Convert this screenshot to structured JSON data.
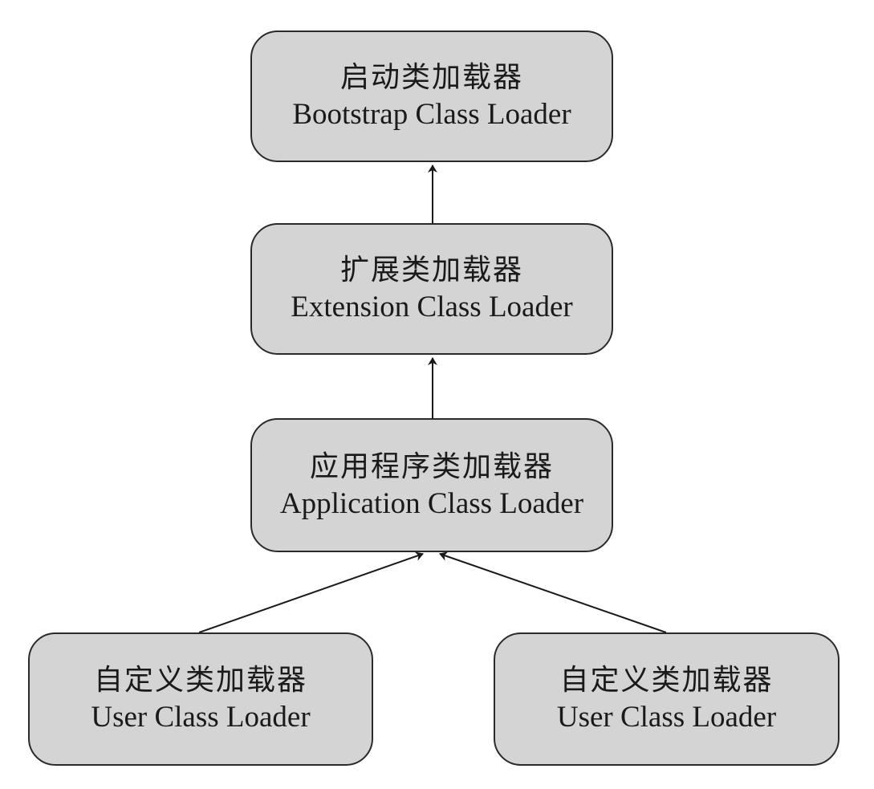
{
  "nodes": {
    "bootstrap": {
      "zh": "启动类加载器",
      "en": "Bootstrap Class Loader"
    },
    "extension": {
      "zh": "扩展类加载器",
      "en": "Extension Class Loader"
    },
    "application": {
      "zh": "应用程序类加载器",
      "en": "Application Class Loader"
    },
    "user_left": {
      "zh": "自定义类加载器",
      "en": "User Class Loader"
    },
    "user_right": {
      "zh": "自定义类加载器",
      "en": "User Class Loader"
    }
  },
  "colors": {
    "node_fill": "#d4d4d4",
    "node_border": "#2a2a2a",
    "arrow": "#1a1a1a"
  }
}
